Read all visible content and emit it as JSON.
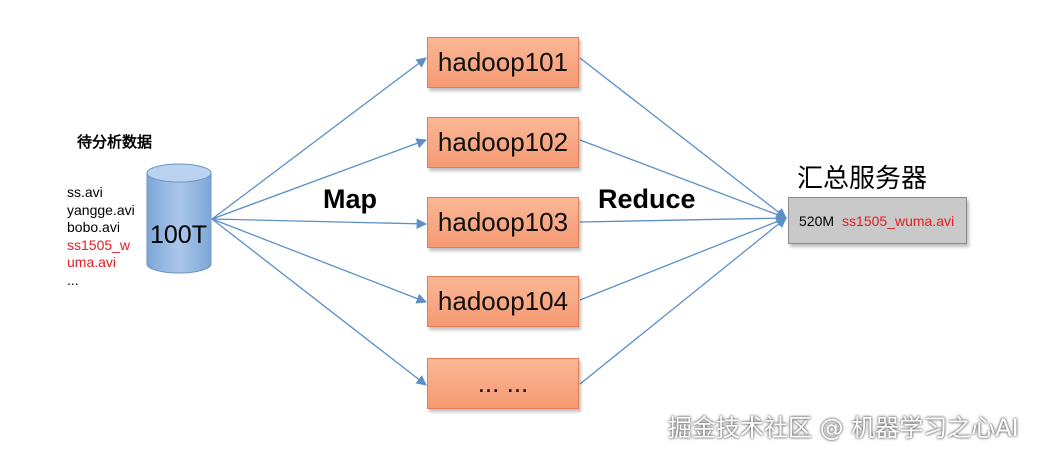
{
  "data_title": "待分析数据",
  "files": [
    "ss.avi",
    "yangge.avi",
    "bobo.avi",
    "ss1505_w",
    "uma.avi",
    "..."
  ],
  "database_label": "100T",
  "nodes": [
    "hadoop101",
    "hadoop102",
    "hadoop103",
    "hadoop104",
    "... ..."
  ],
  "map_label": "Map",
  "reduce_label": "Reduce",
  "server": {
    "title": "汇总服务器",
    "size": "520M",
    "file": "ss1505_wuma.avi"
  },
  "watermark": "掘金技术社区 @ 机器学习之心AI",
  "colors": {
    "node_fill": "#f8a882",
    "node_border": "#e47d55",
    "database_fill": "#8fb4dd",
    "arrow": "#5b8fc9",
    "server_fill": "#c9c9c9",
    "highlight_text": "#e02020"
  }
}
